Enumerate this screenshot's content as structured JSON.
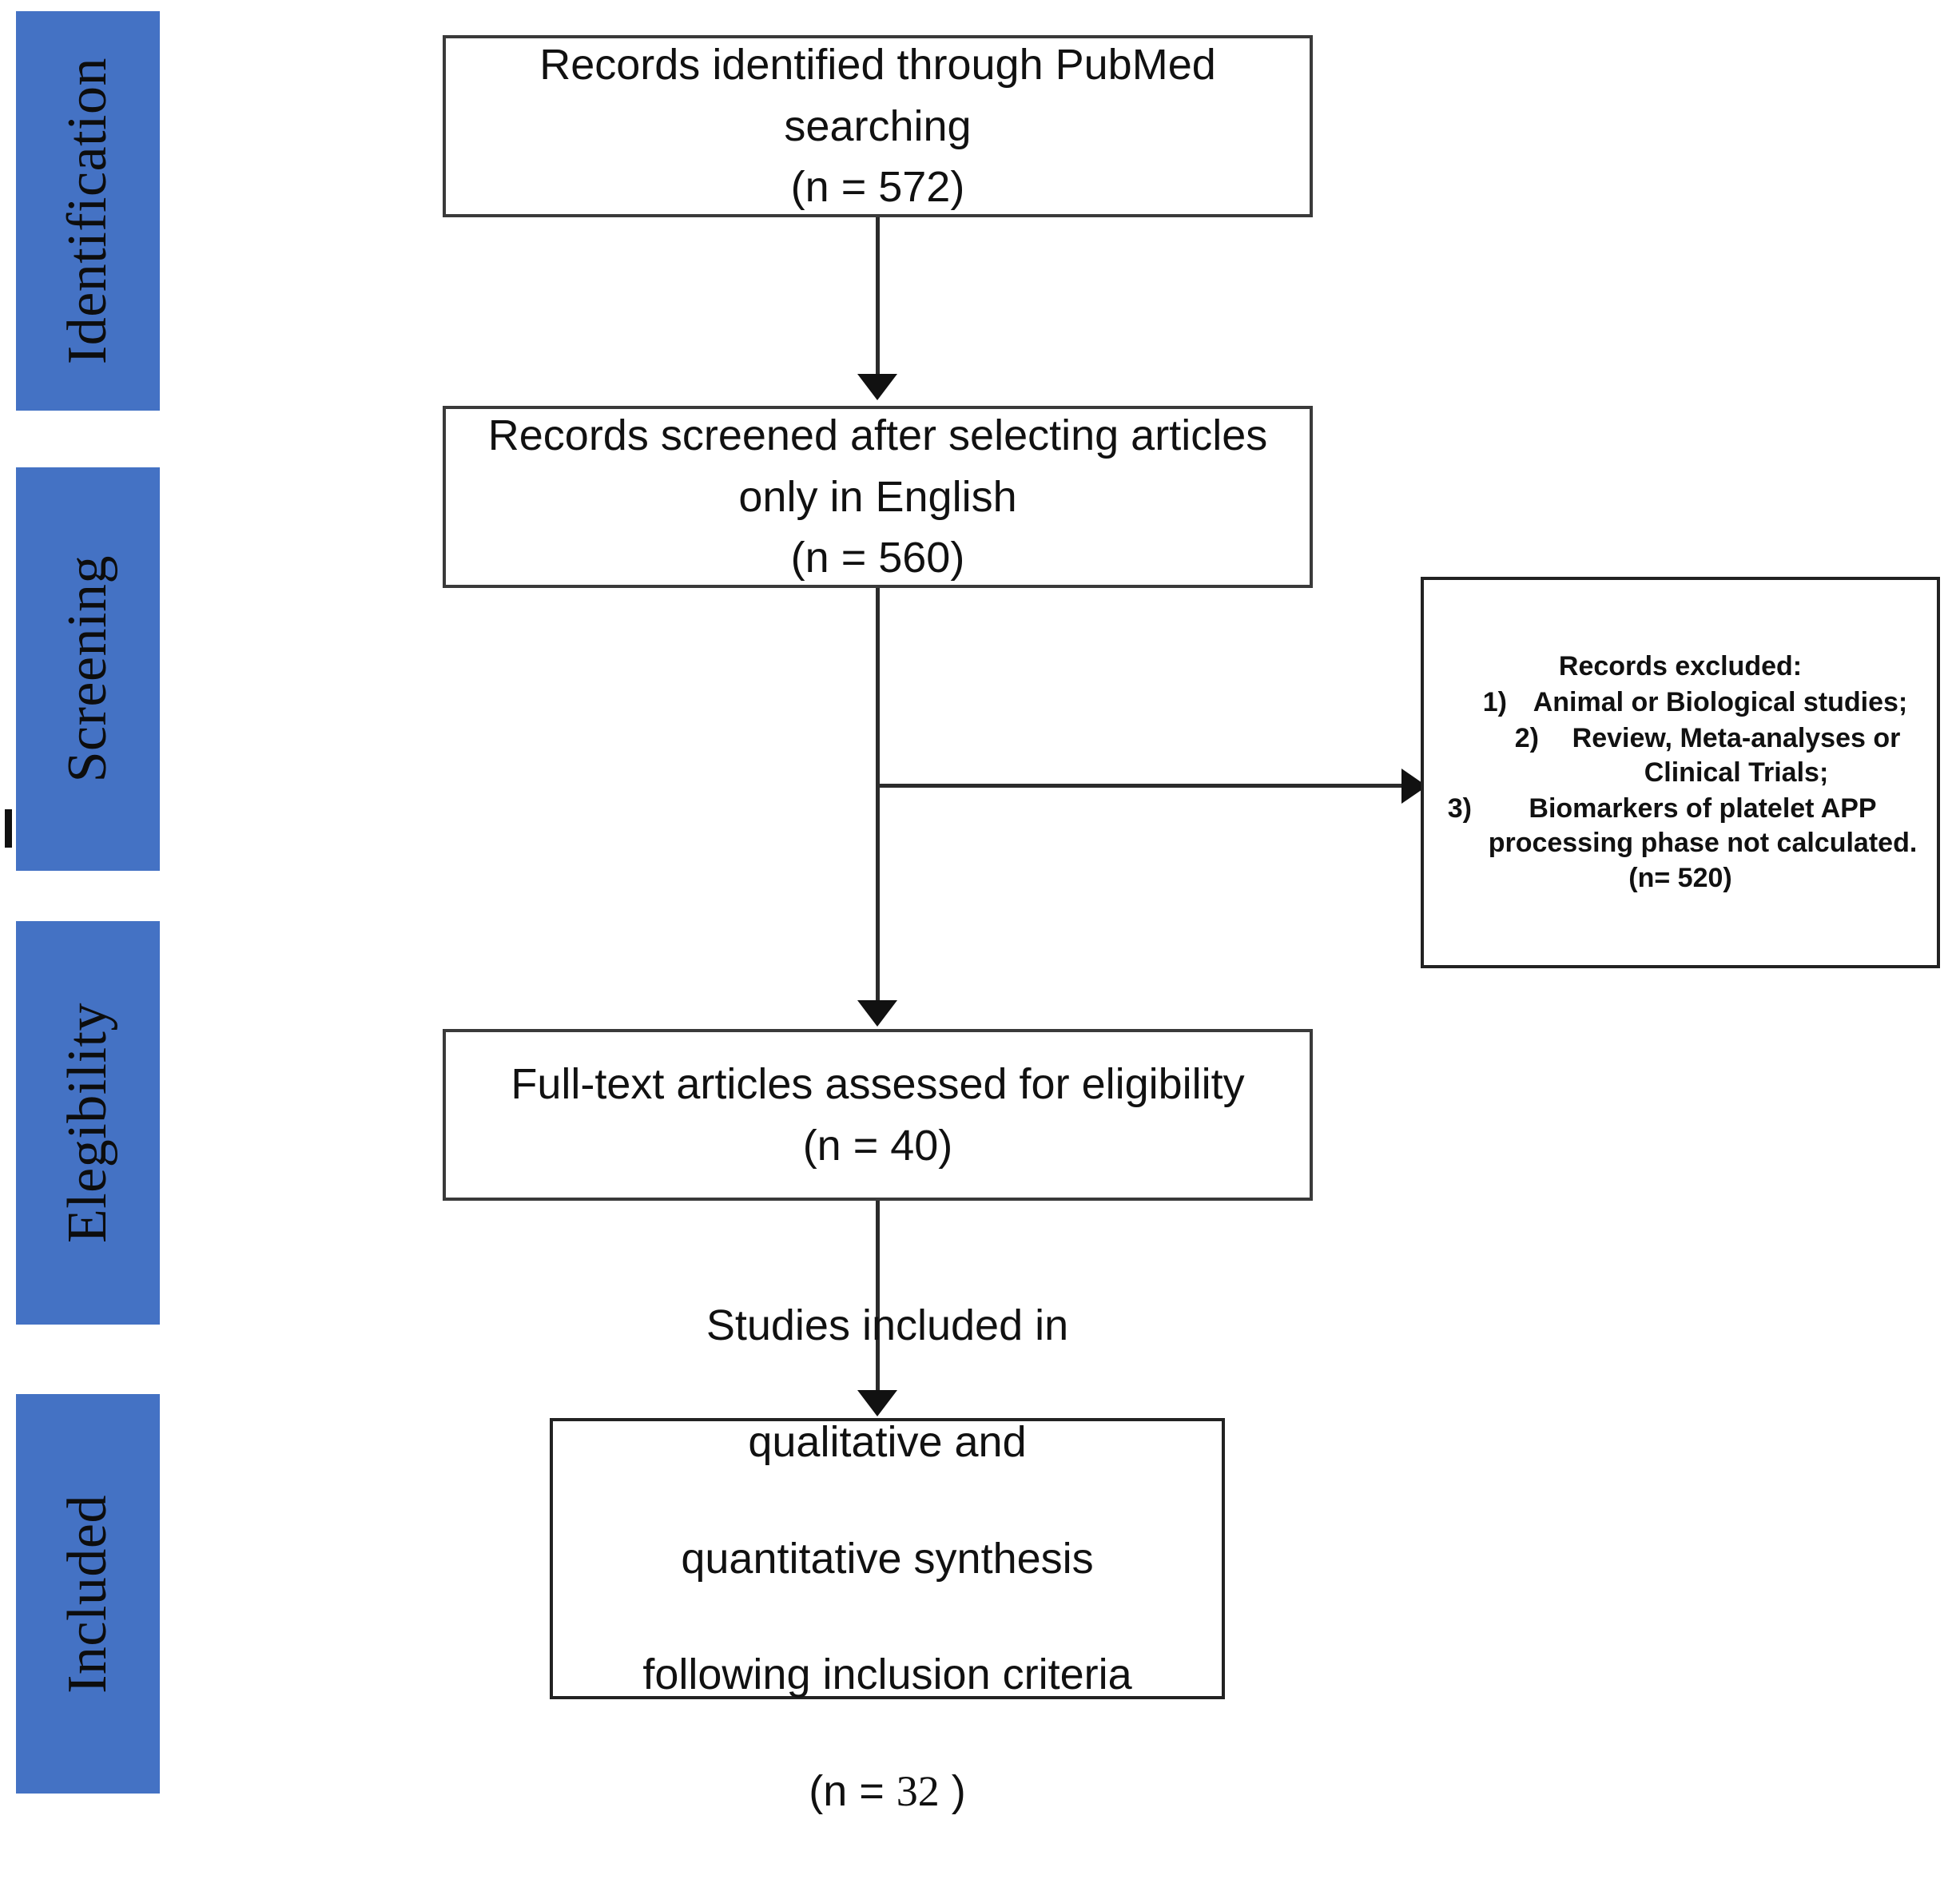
{
  "diagram": {
    "type": "prisma-flow-diagram",
    "accent_color": "#4472C4",
    "box_border_color": "#3a3a3a",
    "connector_color": "#2b2b2b"
  },
  "stages": [
    {
      "label": "Identification"
    },
    {
      "label": "Screening"
    },
    {
      "label": "Elegibility"
    },
    {
      "label": "Included"
    }
  ],
  "boxes": {
    "identified": {
      "text": "Records identified through PubMed searching\n(n = 572)",
      "count": 572
    },
    "screened": {
      "text": "Records screened after selecting articles only in English\n(n = 560)",
      "count": 560
    },
    "fulltext": {
      "text": "Full-text articles assessed for eligibility\n(n = 40)",
      "count": 40
    },
    "included": {
      "line1": "Studies included in",
      "line2": "qualitative and",
      "line3": "quantitative synthesis",
      "line4": "following inclusion criteria",
      "count_prefix": "(n = ",
      "count": "32",
      "count_suffix": " )"
    }
  },
  "excluded": {
    "title": "Records excluded:",
    "items": [
      {
        "num": "1)",
        "text": "Animal or Biological studies;"
      },
      {
        "num": "2)",
        "text": "Review, Meta-analyses or Clinical Trials;"
      },
      {
        "num": "3)",
        "text": "Biomarkers of platelet APP processing phase not calculated."
      }
    ],
    "count_text": "(n= 520)",
    "count": 520
  }
}
